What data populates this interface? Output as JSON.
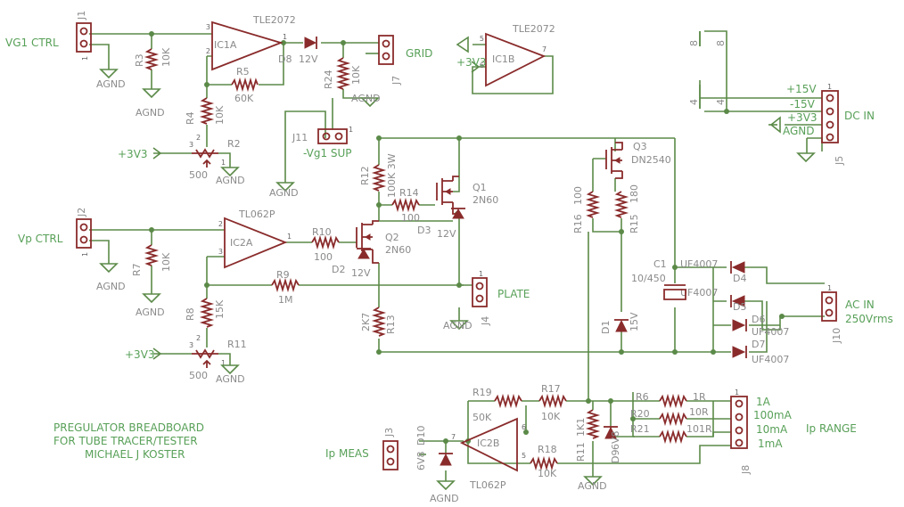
{
  "colors": {
    "wire": "#5b8a48",
    "part": "#8a2b2b",
    "net_label": "#58a058",
    "part_label": "#8b8b8b",
    "background": "#ffffff"
  },
  "net_labels": {
    "vg1_ctrl": "VG1 CTRL",
    "grid": "GRID",
    "vg1_sup": "-Vg1 SUP",
    "dc_in": "DC IN",
    "vp_ctrl": "Vp CTRL",
    "plate": "PLATE",
    "ac_in": "AC IN",
    "ac_in_v": "250Vrms",
    "ip_meas": "Ip MEAS",
    "ip_range": "Ip RANGE",
    "p3v3_a": "+3V3",
    "p3v3_b": "+3V3",
    "p3v3_c": "+3V3",
    "r_1a": "1A",
    "r_100ma": "100mA",
    "r_10ma": "10mA",
    "r_1ma": "1mA"
  },
  "title_block": [
    "PREGULATOR BREADBOARD",
    "FOR TUBE TRACER/TESTER",
    "MICHAEL J KOSTER"
  ],
  "parts": {
    "j1": "J1",
    "j2": "J2",
    "j3": "J3",
    "j4": "J4",
    "j5": "J5",
    "j7": "J7",
    "j8": "J8",
    "j10": "J10",
    "j11": "J11",
    "ic1a": "IC1A",
    "ic1a_val": "TLE2072",
    "ic1b": "IC1B",
    "ic1b_val": "TLE2072",
    "ic2a": "IC2A",
    "ic2a_val": "TL062P",
    "ic2b": "IC2B",
    "ic2b_val": "TL062P",
    "r3": "R3",
    "r3_val": "10K",
    "r4": "R4",
    "r4_val": "10K",
    "r5": "R5",
    "r5_val": "60K",
    "r24": "R24",
    "r24_val": "10K",
    "r2": "R2",
    "r2_val": "500",
    "r7": "R7",
    "r7_val": "10K",
    "r8": "R8",
    "r8_val": "15K",
    "r9": "R9",
    "r9_val": "1M",
    "r10": "R10",
    "r10_val": "100",
    "r11": "R11",
    "r11_val": "500",
    "r12": "R12",
    "r12_val": "100K 3W",
    "r13": "R13",
    "r13_val": "2K7",
    "r14": "R14",
    "r14_val": "100",
    "r15": "R15",
    "r15_val": "180",
    "r16": "R16",
    "r16_val": "100",
    "r17": "R17",
    "r17_val": "10K",
    "r18": "R18",
    "r18_val": "10K",
    "r19": "R19",
    "r19_val": "50K",
    "r11b": "R11",
    "r11b_val": "1K1",
    "r6": "R6",
    "r6_val": "1R",
    "r20": "R20",
    "r20_val": "10R",
    "r21": "R21",
    "r21_val": "101R",
    "q1": "Q1",
    "q1_val": "2N60",
    "q2": "Q2",
    "q2_val": "2N60",
    "q3": "Q3",
    "q3_val": "DN2540",
    "d1": "D1",
    "d1_val": "15V",
    "d2": "D2",
    "d2_val": "12V",
    "d3": "D3",
    "d3_val": "12V",
    "d4": "D4",
    "d4_val": "UF4007",
    "d5": "D5",
    "d5_val": "UF4007",
    "d6": "D6",
    "d6_val": "UF4007",
    "d7": "D7",
    "d7_val": "UF4007",
    "d8": "D8",
    "d8_val": "12V",
    "d9": "D9",
    "d9_val": "6V8",
    "d10": "D10",
    "d10_val": "6V8",
    "c1": "C1",
    "c1_val": "10/450"
  },
  "supplies": {
    "agnd": "AGND",
    "p15": "+15V",
    "m15": "-15V",
    "p3v3_j5": "+3V3",
    "agnd_j5": "AGND"
  },
  "pins": {
    "p1": "1",
    "p2": "2",
    "p3": "3",
    "p4": "4",
    "p5": "5",
    "p6": "6",
    "p7": "7",
    "p8": "8"
  }
}
